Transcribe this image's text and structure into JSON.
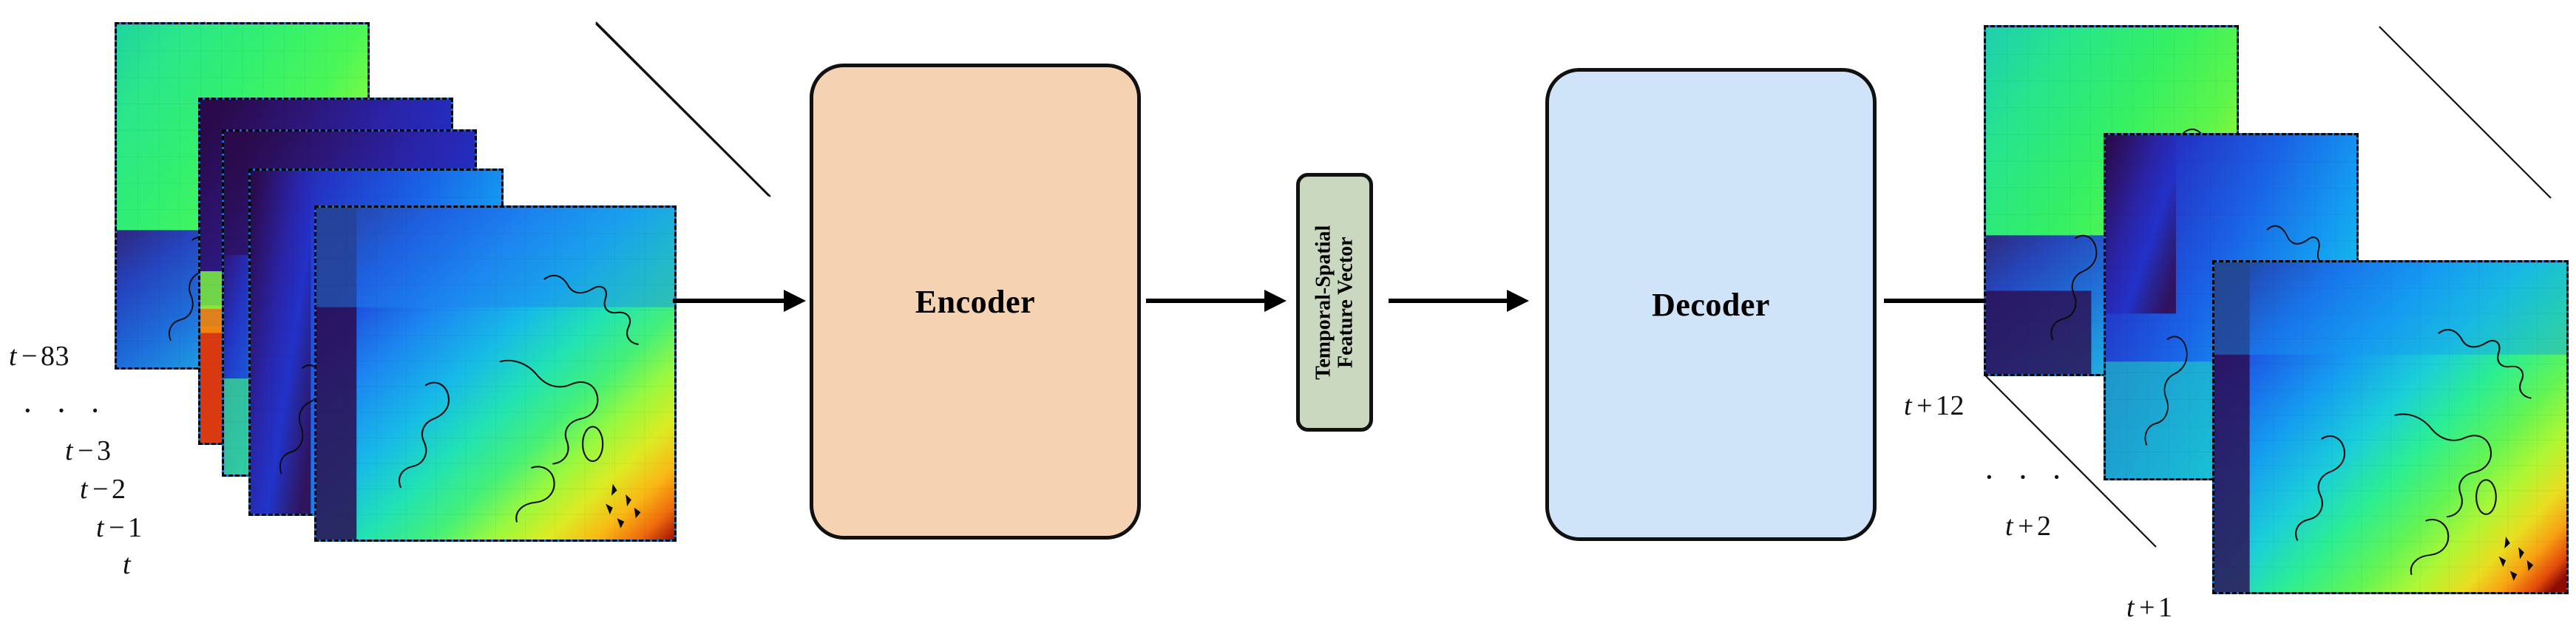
{
  "figure": {
    "type": "architecture-diagram",
    "title": "Encoder-Decoder sequence-to-sequence spatiotemporal forecasting architecture",
    "background": "#ffffff"
  },
  "input_stack": {
    "name": "input-sequence-cube",
    "description": "Stack of gridded map frames (jet colormap) over East Asia / Western Pacific",
    "frame_count_shown": 4,
    "time_labels": [
      {
        "prefix": "t",
        "op": "−",
        "num": "83",
        "text": "t − 83"
      },
      {
        "text": "..."
      },
      {
        "prefix": "t",
        "op": "−",
        "num": "3",
        "text": "t − 3"
      },
      {
        "prefix": "t",
        "op": "−",
        "num": "2",
        "text": "t − 2"
      },
      {
        "prefix": "t",
        "op": "−",
        "num": "1",
        "text": "t − 1"
      },
      {
        "prefix": "t",
        "op": "",
        "num": "",
        "text": "t"
      }
    ],
    "ellipsis": "· · ·"
  },
  "output_stack": {
    "name": "output-sequence-cube",
    "description": "Stack of predicted gridded map frames (jet colormap)",
    "frame_count_shown": 3,
    "time_labels": [
      {
        "prefix": "t",
        "op": "+",
        "num": "12",
        "text": "t + 12"
      },
      {
        "text": "..."
      },
      {
        "prefix": "t",
        "op": "+",
        "num": "2",
        "text": "t + 2"
      },
      {
        "prefix": "t",
        "op": "+",
        "num": "1",
        "text": "t + 1"
      }
    ],
    "ellipsis": "· · ·"
  },
  "blocks": {
    "encoder": {
      "label": "Encoder",
      "fill": "#F5D3B2",
      "stroke": "#111111"
    },
    "feature_vector": {
      "line1": "Temporal-Spatial",
      "line2": "Feature Vector",
      "fill": "#C9D8BE",
      "stroke": "#111111"
    },
    "decoder": {
      "label": "Decoder",
      "fill": "#CFE4F8",
      "stroke": "#111111"
    }
  },
  "arrows": [
    {
      "name": "arrow-input-to-encoder",
      "from": "input-sequence-cube",
      "to": "encoder"
    },
    {
      "name": "arrow-encoder-to-vector",
      "from": "encoder",
      "to": "feature-vector"
    },
    {
      "name": "arrow-vector-to-decoder",
      "from": "feature-vector",
      "to": "decoder"
    },
    {
      "name": "arrow-decoder-to-output",
      "from": "decoder",
      "to": "output-sequence-cube"
    }
  ],
  "colormap": {
    "name": "jet",
    "stops": [
      "#2B0B4F",
      "#2E1A86",
      "#2030C8",
      "#1C63E8",
      "#139EF2",
      "#1ED6D0",
      "#45F09A",
      "#8CF851",
      "#D2ED2C",
      "#F8C21A",
      "#F2800E",
      "#DD3B08",
      "#8B0A08"
    ]
  }
}
